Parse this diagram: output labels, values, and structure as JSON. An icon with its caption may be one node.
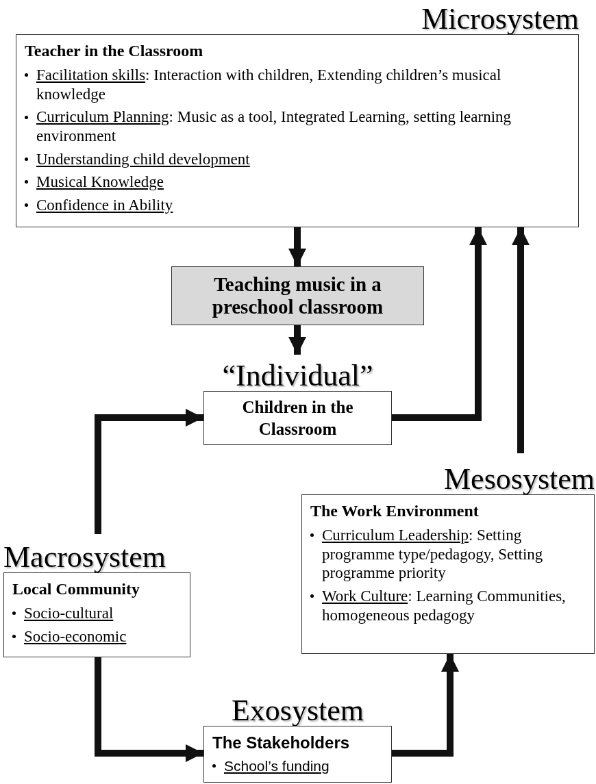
{
  "diagram": {
    "nodes": [
      {
        "text": [
          "Teacher in the Classroom",
          "Facilitation skills: Interaction with children, Extending children’s musical knowledge",
          "Curriculum Planning: Music as a tool, Integrated Learning, setting learning environment",
          "Understanding child development",
          "Musical Knowledge",
          "Confidence in Ability"
        ],
        "beside": [
          "Microsystem"
        ]
      },
      {
        "text": [
          "Teaching music in a preschool classroom"
        ]
      },
      {
        "text": [
          "Children in the Classroom"
        ],
        "beside": [
          "“Individual”"
        ]
      },
      {
        "text": [
          "The Work Environment",
          "Curriculum Leadership: Setting programme type/pedagogy, Setting programme priority",
          "Work Culture: Learning Communities, homogeneous pedagogy"
        ],
        "beside": [
          "Mesosystem"
        ]
      },
      {
        "text": [
          "Local Community",
          "Socio-cultural",
          "Socio-economic"
        ],
        "beside": [
          "Macrosystem"
        ]
      },
      {
        "text": [
          "The Stakeholders",
          "School’s funding"
        ],
        "beside": [
          "Exosystem"
        ]
      }
    ],
    "edges": [
      {
        "from": 0,
        "to": 1,
        "arrow": "to"
      },
      {
        "from": 1,
        "to": 2,
        "arrow": "to"
      },
      {
        "from": 2,
        "to": 0,
        "arrow": "to"
      },
      {
        "from": 3,
        "to": 0,
        "arrow": "to"
      },
      {
        "from": 4,
        "to": 2,
        "arrow": "to"
      },
      {
        "from": 4,
        "to": 5,
        "arrow": "to"
      },
      {
        "from": 5,
        "to": 3,
        "arrow": "to"
      }
    ]
  }
}
